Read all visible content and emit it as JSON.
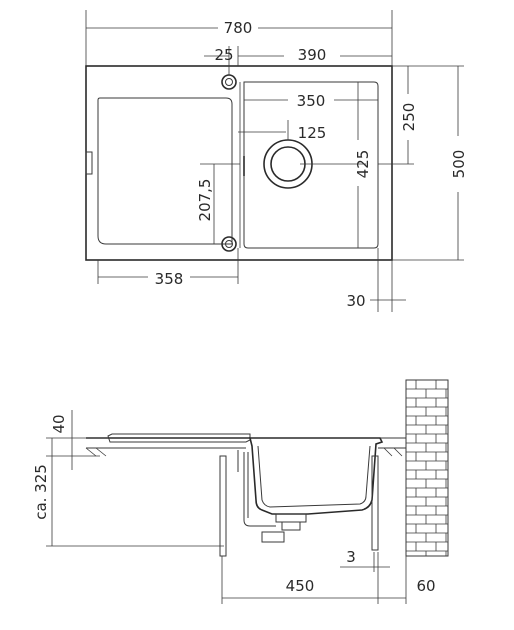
{
  "top_view": {
    "dims": {
      "overall_width": "780",
      "tap_offset": "25",
      "bowl_offset": "390",
      "bowl_width": "350",
      "waste_diameter": "125",
      "drain_height": "207,5",
      "bowl_depth_inner": "425",
      "bowl_depth": "250",
      "overall_depth": "500",
      "drainer_width": "358",
      "edge_offset": "30"
    }
  },
  "side_view": {
    "dims": {
      "rim_thickness": "40",
      "depth": "ca. 325",
      "edge_gap": "3",
      "cabinet_width": "450",
      "wall_gap": "60"
    }
  }
}
